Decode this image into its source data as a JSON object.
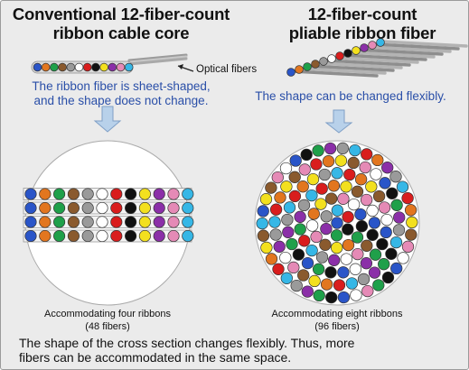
{
  "left": {
    "title_line1": "Conventional 12-fiber-count",
    "title_line2": "ribbon cable core",
    "caption_line1": "The ribbon fiber is sheet-shaped,",
    "caption_line2": "and the shape does not change.",
    "sub_line1": "Accommodating four ribbons",
    "sub_line2": "(48 fibers)"
  },
  "right": {
    "title_line1": "12-fiber-count",
    "title_line2": "pliable ribbon fiber",
    "caption": "The shape can be changed flexibly.",
    "sub_line1": "Accommodating eight ribbons",
    "sub_line2": "(96 fibers)"
  },
  "optical_fibers_label": "Optical fibers",
  "footer_line1": "The shape of the cross section changes flexibly. Thus, more",
  "footer_line2": "fibers can be accommodated in the same space.",
  "fiber_colors": [
    "#2a55c8",
    "#e2761f",
    "#1fa04a",
    "#8a5a2e",
    "#9a9a9a",
    "#ffffff",
    "#d91d1d",
    "#111111",
    "#f3e01e",
    "#8b2fa8",
    "#e58ab6",
    "#36b7e6"
  ],
  "colors": {
    "caption": "#2a4fa8",
    "arrow_fill": "#b8d1ea",
    "arrow_stroke": "#7f9fc6",
    "panel_bg": "#ebebeb"
  }
}
